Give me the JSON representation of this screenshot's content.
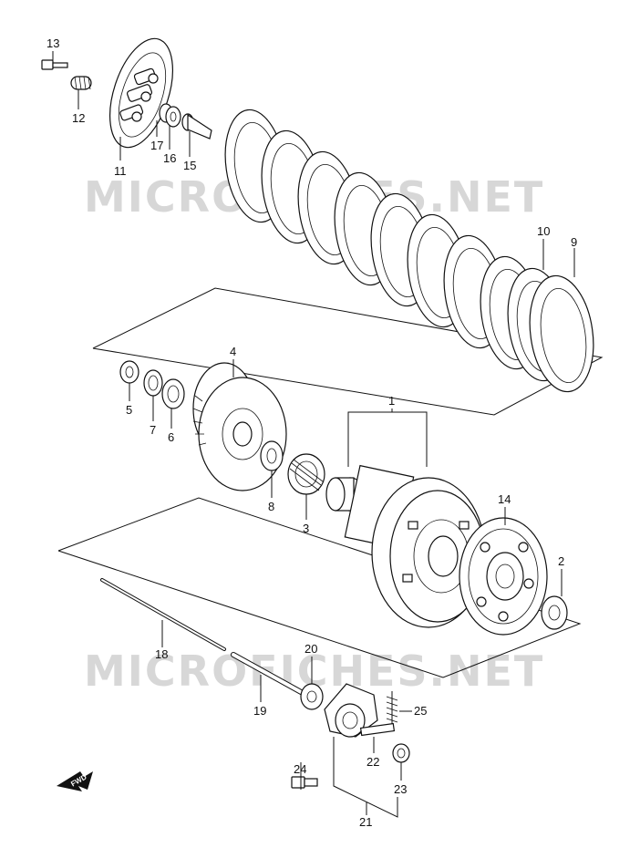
{
  "watermark": {
    "top": "MICROFICHES.NET",
    "bottom": "MICROFICHES.NET"
  },
  "fwd_label": "FWD",
  "callouts": [
    {
      "key": "c13",
      "label": "13"
    },
    {
      "key": "c12",
      "label": "12"
    },
    {
      "key": "c11",
      "label": "11"
    },
    {
      "key": "c17",
      "label": "17"
    },
    {
      "key": "c16",
      "label": "16"
    },
    {
      "key": "c15",
      "label": "15"
    },
    {
      "key": "c10",
      "label": "10"
    },
    {
      "key": "c9",
      "label": "9"
    },
    {
      "key": "c4",
      "label": "4"
    },
    {
      "key": "c5",
      "label": "5"
    },
    {
      "key": "c7",
      "label": "7"
    },
    {
      "key": "c6",
      "label": "6"
    },
    {
      "key": "c1",
      "label": "1"
    },
    {
      "key": "c8",
      "label": "8"
    },
    {
      "key": "c3",
      "label": "3"
    },
    {
      "key": "c14",
      "label": "14"
    },
    {
      "key": "c2",
      "label": "2"
    },
    {
      "key": "c18",
      "label": "18"
    },
    {
      "key": "c20",
      "label": "20"
    },
    {
      "key": "c19",
      "label": "19"
    },
    {
      "key": "c25",
      "label": "25"
    },
    {
      "key": "c22",
      "label": "22"
    },
    {
      "key": "c24",
      "label": "24"
    },
    {
      "key": "c23",
      "label": "23"
    },
    {
      "key": "c21",
      "label": "21"
    }
  ]
}
